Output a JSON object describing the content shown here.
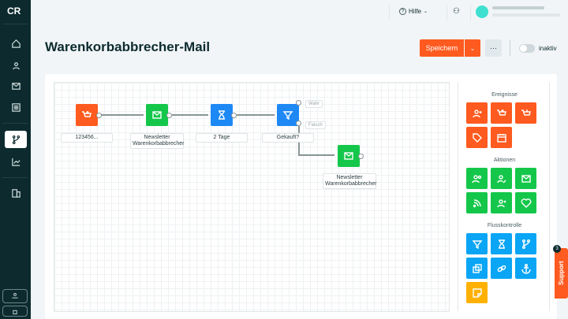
{
  "header": {
    "help_label": "Hilfe"
  },
  "page": {
    "title": "Warenkorbabbrecher-Mail",
    "save_label": "Speichern",
    "more_label": "···",
    "status_label": "inaktiv",
    "status_active": false
  },
  "flow": {
    "nodes": [
      {
        "label": "123456...",
        "type": "cart-add",
        "color": "#ff5a1f"
      },
      {
        "label": "Newsletter Warenkorbabbrecher",
        "type": "mail",
        "color": "#14c74a"
      },
      {
        "label": "2 Tage",
        "type": "hourglass",
        "color": "#1e88f5"
      },
      {
        "label": "Gekauft?",
        "type": "filter",
        "color": "#1e88f5"
      },
      {
        "label": "Newsletter Warenkorbabbrecher",
        "type": "mail",
        "color": "#14c74a"
      }
    ],
    "branch_true": "Wahr",
    "branch_false": "Falsch"
  },
  "palette": {
    "events_title": "Ereignisse",
    "events": [
      "user-plus-icon",
      "cart-add-icon",
      "cart-remove-icon",
      "tag-icon",
      "calendar-icon"
    ],
    "actions_title": "Aktionen",
    "actions": [
      "users-icon",
      "user-edit-icon",
      "mail-icon",
      "rss-icon",
      "user-remove-icon",
      "heart-pulse-icon"
    ],
    "flow_title": "Flusskontrolle",
    "flow": [
      "filter-icon",
      "hourglass-icon",
      "branch-icon",
      "copy-icon",
      "link-icon",
      "anchor-icon",
      "note-icon"
    ]
  },
  "support": {
    "label": "Support",
    "badge": "3"
  }
}
